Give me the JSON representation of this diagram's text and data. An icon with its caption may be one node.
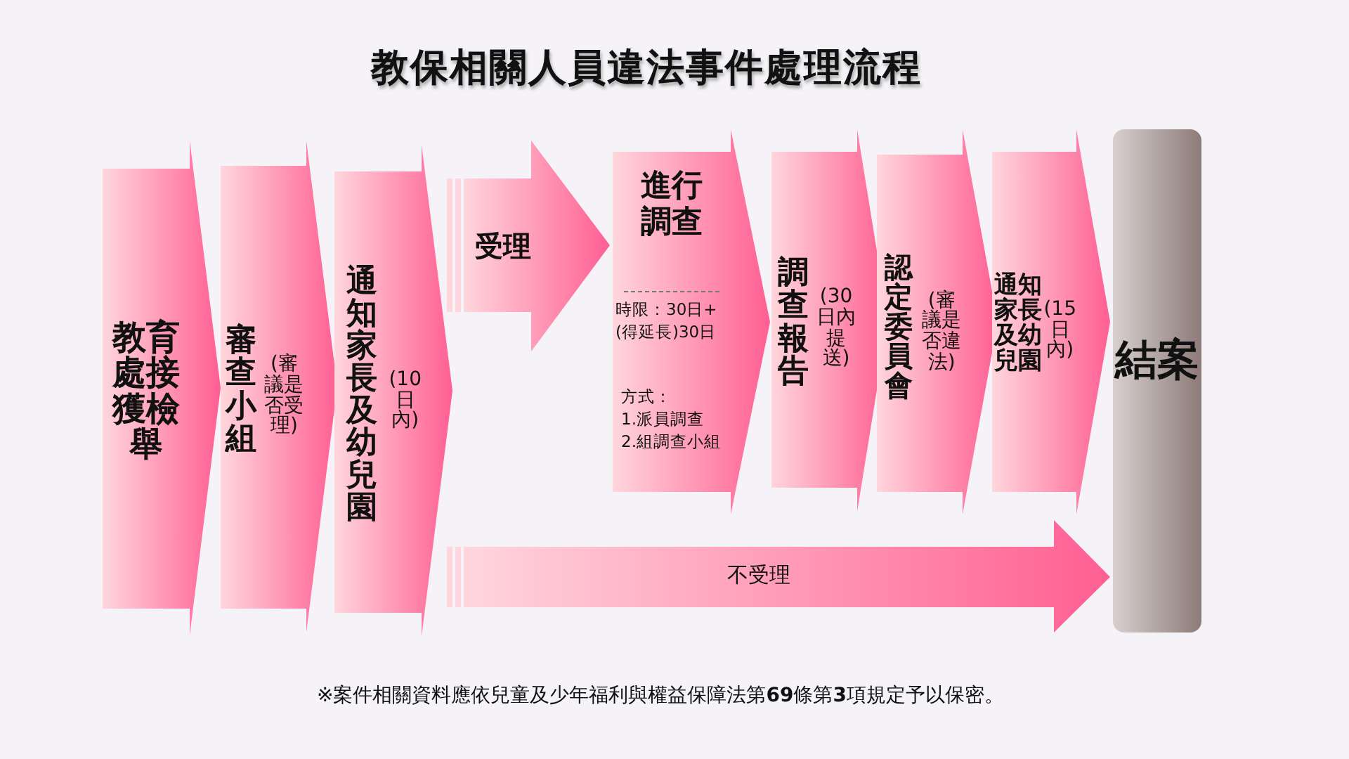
{
  "diagram": {
    "title": "教保相關人員違法事件處理流程",
    "nodes": [
      {
        "text": [
          "教育處接獲檢舉"
        ]
      },
      {
        "text": [
          "審查小組",
          "(審議是否受理)"
        ]
      },
      {
        "text": [
          "通知家長及幼兒園",
          "(10日內)"
        ]
      },
      {
        "text": [
          "進行調查",
          "時限：30日+(得延長)30日",
          "方式：",
          "1.派員調查",
          "2.組調查小組"
        ]
      },
      {
        "text": [
          "調查報告",
          "(30日內提送)"
        ]
      },
      {
        "text": [
          "認定委員會",
          "(審議是否違法)"
        ]
      },
      {
        "text": [
          "通知家長及幼兒園",
          "(15日內)"
        ]
      },
      {
        "text": [
          "結案"
        ]
      }
    ],
    "edges": [
      {
        "from": 2,
        "to": 3,
        "arrow": "to",
        "label": "受理"
      },
      {
        "from": 2,
        "to": 7,
        "arrow": "to",
        "label": "不受理"
      }
    ],
    "labels": [
      "※案件相關資料應依兒童及少年福利與權益保障法第**69**條第**3**項規定予以保密。"
    ]
  }
}
